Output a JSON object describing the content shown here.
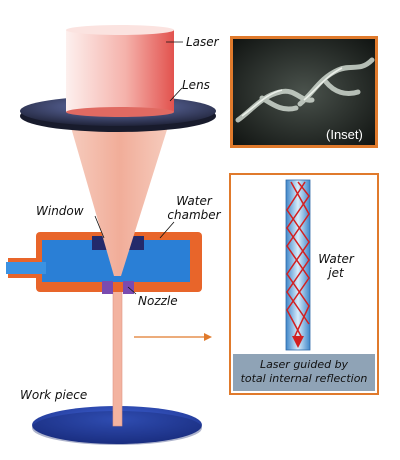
{
  "labels": {
    "laser": "Laser",
    "lens": "Lens",
    "window": "Window",
    "water_chamber_line1": "Water",
    "water_chamber_line2": "chamber",
    "nozzle": "Nozzle",
    "work_piece": "Work piece",
    "water_jet_line1": "Water",
    "water_jet_line2": "jet"
  },
  "inset": {
    "label": "(Inset)"
  },
  "caption": {
    "line1": "Laser guided by",
    "line2": "total internal reflection"
  },
  "colors": {
    "laser_light": "#fbe6e4",
    "laser_dark": "#e85a55",
    "beam": "#f3b9aa",
    "lens_top": "#4a5a9a",
    "lens_bottom": "#1c2035",
    "chamber_orange": "#e8652a",
    "water_blue": "#2a7fd6",
    "window_navy": "#232a6b",
    "nozzle_purple": "#7a4bb0",
    "workpiece_blue": "#2747b0",
    "panel_border": "#e07a2c",
    "caption_bg": "#8fa3b6",
    "ray_red": "#d32020"
  },
  "icons": {
    "arrow": "arrow-right-icon"
  }
}
